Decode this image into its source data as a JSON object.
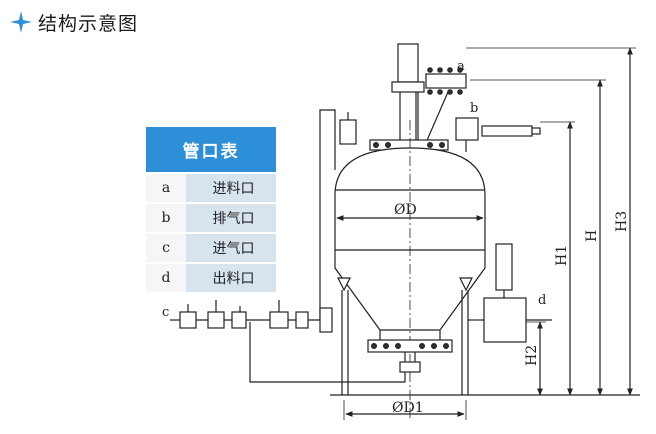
{
  "header": {
    "title": "结构示意图",
    "icon": "four-point-star-icon",
    "icon_color": "#2c8fd8"
  },
  "table": {
    "title": "管口表",
    "header_color": "#2c8fd8",
    "rows": [
      {
        "key": "a",
        "name": "进料口"
      },
      {
        "key": "b",
        "name": "排气口"
      },
      {
        "key": "c",
        "name": "进气口"
      },
      {
        "key": "d",
        "name": "出料口"
      }
    ]
  },
  "drawing": {
    "port_labels": [
      "a",
      "b",
      "c",
      "d"
    ],
    "dim_labels": {
      "d": "ØD",
      "d1": "ØD1",
      "h": "H",
      "h1": "H1",
      "h2": "H2",
      "h3": "H3"
    }
  }
}
